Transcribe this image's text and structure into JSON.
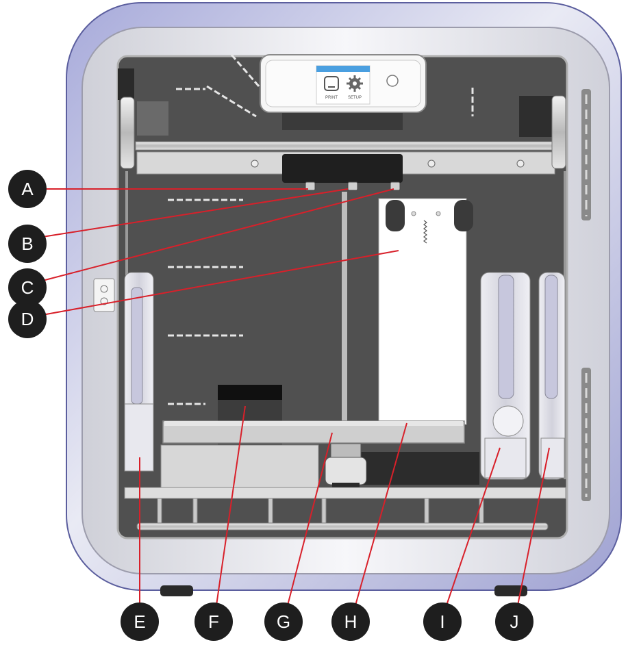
{
  "diagram": {
    "accent_color": "#d8202a",
    "callout_color": "#1e1e1e",
    "frame_color": "#8c8fce",
    "display": {
      "header_color": "#4a9fe0",
      "print_label": "PRINT",
      "setup_label": "SETUP"
    },
    "callouts": [
      {
        "letter": "A"
      },
      {
        "letter": "B"
      },
      {
        "letter": "C"
      },
      {
        "letter": "D"
      },
      {
        "letter": "E"
      },
      {
        "letter": "F"
      },
      {
        "letter": "G"
      },
      {
        "letter": "H"
      },
      {
        "letter": "I"
      },
      {
        "letter": "J"
      }
    ]
  }
}
